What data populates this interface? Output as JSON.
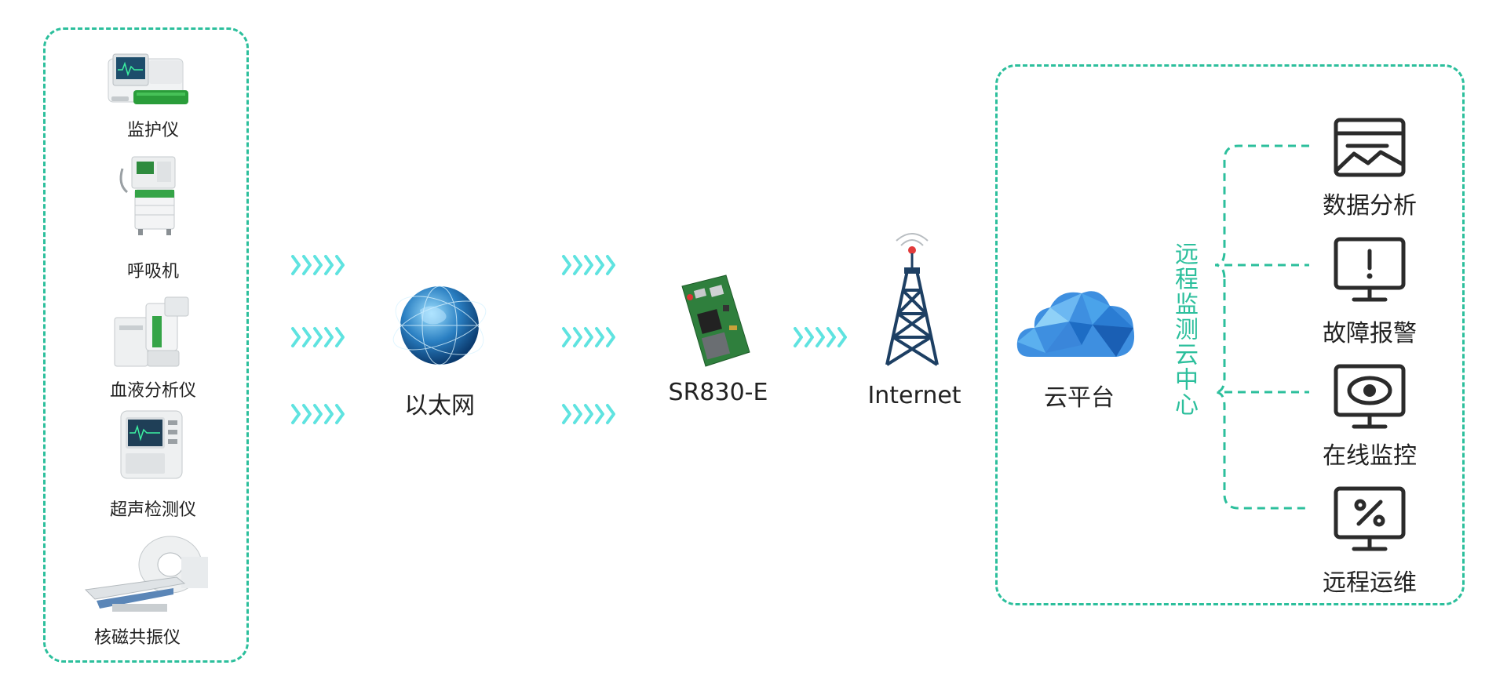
{
  "devices": [
    {
      "label": "监护仪",
      "icon": "patient-monitor-icon"
    },
    {
      "label": "呼吸机",
      "icon": "ventilator-icon"
    },
    {
      "label": "血液分析仪",
      "icon": "blood-analyzer-icon"
    },
    {
      "label": "超声检测仪",
      "icon": "ultrasound-device-icon"
    },
    {
      "label": "核磁共振仪",
      "icon": "mri-scanner-icon"
    }
  ],
  "nodes": {
    "ethernet": {
      "label": "以太网",
      "icon": "globe-network-icon"
    },
    "gateway": {
      "label": "SR830-E",
      "icon": "circuit-board-icon"
    },
    "internet": {
      "label": "Internet",
      "icon": "signal-tower-icon"
    },
    "cloud": {
      "label": "云平台",
      "icon": "cloud-icon"
    }
  },
  "cloud_center": {
    "title": "远程监测云中心"
  },
  "services": [
    {
      "label": "数据分析",
      "icon": "data-chart-monitor-icon"
    },
    {
      "label": "故障报警",
      "icon": "alert-monitor-icon"
    },
    {
      "label": "在线监控",
      "icon": "eye-monitor-icon"
    },
    {
      "label": "远程运维",
      "icon": "percent-monitor-icon"
    }
  ],
  "colors": {
    "accent": "#2cbf9c",
    "arrow": "#5fe3e0",
    "icon_dark": "#2b2b2b"
  }
}
